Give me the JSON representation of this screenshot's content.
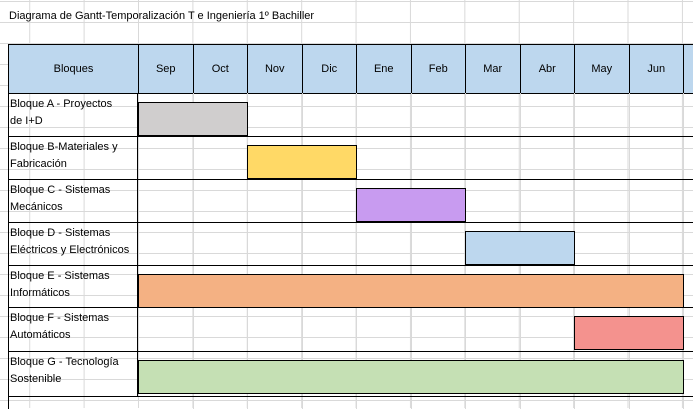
{
  "title": "Diagrama de Gantt-Temporalización T e Ingeniería 1º Bachiller",
  "header": {
    "blocks_label": "Bloques",
    "months": [
      "Sep",
      "Oct",
      "Nov",
      "Dic",
      "Ene",
      "Feb",
      "Mar",
      "Abr",
      "May",
      "Jun"
    ]
  },
  "colors": {
    "header_bg": "#bdd7ee",
    "grid": "#d9d9d9"
  },
  "tasks": [
    {
      "label": "Bloque A -  Proyectos\nde I+D",
      "start_month": "Sep",
      "end_month": "Oct",
      "color": "#d0cece"
    },
    {
      "label": "Bloque B-Materiales  y\nFabricación",
      "start_month": "Nov",
      "end_month": "Dic",
      "color": "#ffd966"
    },
    {
      "label": "Bloque C - Sistemas\nMecánicos",
      "start_month": "Ene",
      "end_month": "Feb",
      "color": "#c89bf0"
    },
    {
      "label": "Bloque D  -  Sistemas\nEléctricos y Electrónicos",
      "start_month": "Mar",
      "end_month": "Abr",
      "color": "#bdd7ee"
    },
    {
      "label": "Bloque E  -  Sistemas\nInformáticos",
      "start_month": "Sep",
      "end_month": "Jun",
      "color": "#f4b183"
    },
    {
      "label": "Bloque F  -  Sistemas\nAutomáticos",
      "start_month": "May",
      "end_month": "Jun",
      "color": "#f4928e"
    },
    {
      "label": "Bloque G -  Tecnología\nSostenible",
      "start_month": "Sep",
      "end_month": "Jun",
      "color": "#c5e0b4"
    }
  ]
}
